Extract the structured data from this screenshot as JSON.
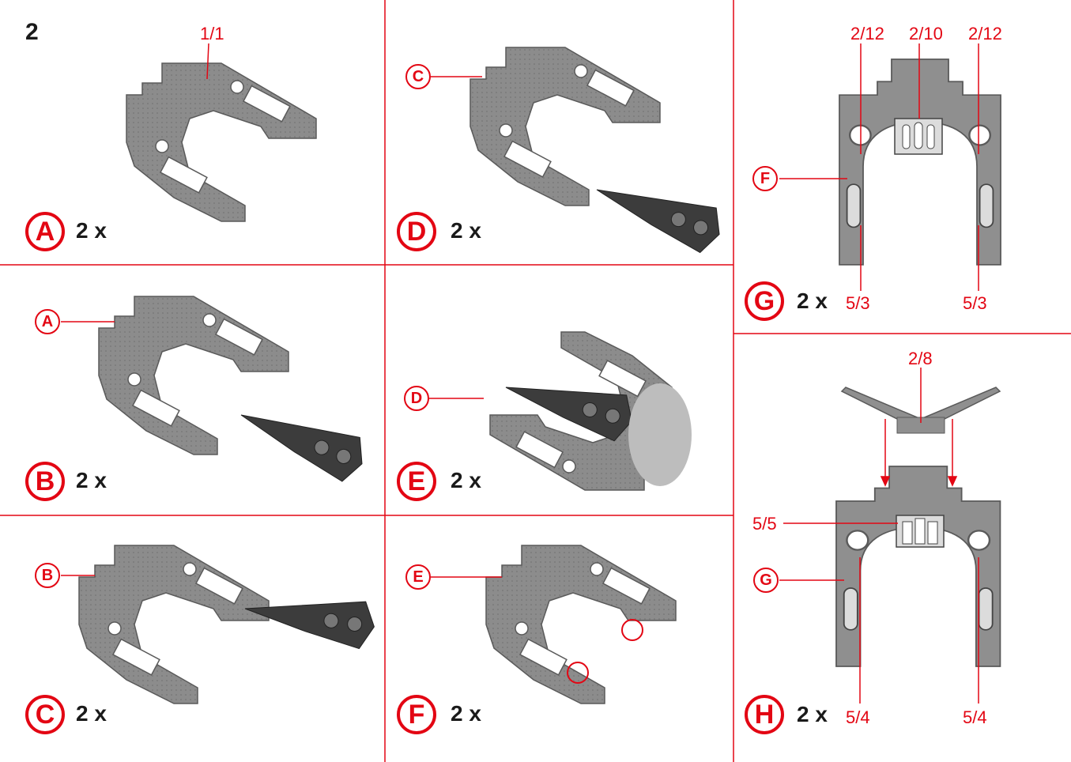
{
  "step_number": "2",
  "colors": {
    "accent": "#e30613",
    "part_gray": "#8a8a8a",
    "text": "#1a1a1a"
  },
  "panels": [
    {
      "id": "A",
      "letter": "A",
      "qty": "2 x",
      "part_ref": "1/1",
      "callout": ""
    },
    {
      "id": "B",
      "letter": "B",
      "qty": "2 x",
      "callout": "A"
    },
    {
      "id": "C",
      "letter": "C",
      "qty": "2 x",
      "callout": "B"
    },
    {
      "id": "D",
      "letter": "D",
      "qty": "2 x",
      "callout": "C"
    },
    {
      "id": "E",
      "letter": "E",
      "qty": "2 x",
      "callout": "D"
    },
    {
      "id": "F",
      "letter": "F",
      "qty": "2 x",
      "callout": "E"
    },
    {
      "id": "G",
      "letter": "G",
      "qty": "2 x",
      "callout": "F",
      "refs_top": [
        "2/12",
        "2/10",
        "2/12"
      ],
      "refs_bottom": [
        "5/3",
        "5/3"
      ]
    },
    {
      "id": "H",
      "letter": "H",
      "qty": "2 x",
      "callout": "G",
      "ref_roof": "2/8",
      "ref_window": "5/5",
      "refs_bottom": [
        "5/4",
        "5/4"
      ]
    }
  ]
}
